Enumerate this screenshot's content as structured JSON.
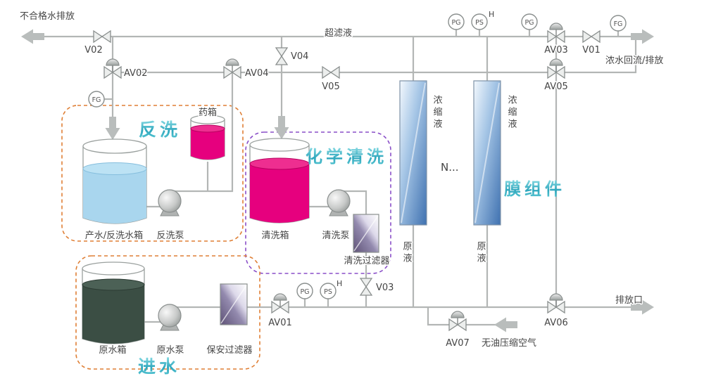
{
  "streams": {
    "unqualified_discharge": "不合格水排放",
    "ultrafiltrate": "超滤液",
    "concentrate_return_discharge": "浓水回流/排放",
    "concentrate": "浓缩液",
    "raw_liquid": "原液",
    "discharge_outlet": "排放口",
    "oil_free_compressed_air": "无油压缩空气"
  },
  "valves": {
    "v01": "V01",
    "v02": "V02",
    "v03": "V03",
    "v04": "V04",
    "v05": "V05",
    "av01": "AV01",
    "av02": "AV02",
    "av03": "AV03",
    "av04": "AV04",
    "av05": "AV05",
    "av06": "AV06",
    "av07": "AV07"
  },
  "gauges": {
    "pressure_gauge": "PG",
    "pressure_switch": "PS",
    "flow_gauge": "FG",
    "high_alarm": "H"
  },
  "equipment": {
    "dosing_tank": "药箱",
    "product_backwash_tank": "产水/反洗水箱",
    "backwash_pump": "反洗泵",
    "cleaning_tank": "清洗箱",
    "cleaning_pump": "清洗泵",
    "cleaning_filter": "清洗过滤器",
    "raw_water_tank": "原水箱",
    "raw_water_pump": "原水泵",
    "security_filter": "保安过滤器"
  },
  "regions": {
    "backwash": "反洗",
    "chemical_cleaning": "化学清洗",
    "feed_water": "进水",
    "membrane_modules": "膜组件",
    "more_modules": "N..."
  },
  "colors": {
    "pipe_gray": "#b3b6b5",
    "flow_arrow_gray": "#b9bdbc",
    "backwash_water_blue": "#a9d6ee",
    "chemical_pink": "#e6007e",
    "raw_water_dark_green": "#3b4e44",
    "membrane_blue": "#3f71b0",
    "region_label_teal": "#35aabf",
    "orange_region_border": "#df7f35",
    "purple_region_border": "#8a4fc8",
    "label_text": "#454545"
  }
}
